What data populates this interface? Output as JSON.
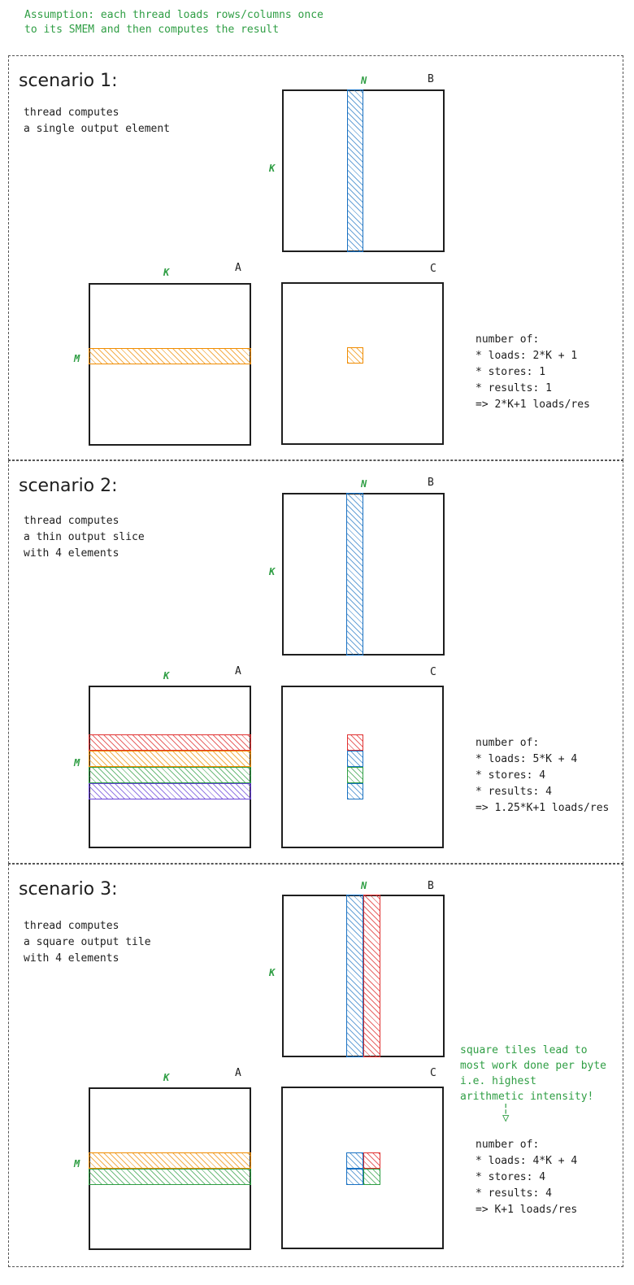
{
  "assumption": "Assumption: each thread loads rows/columns once\nto its SMEM and then computes the result",
  "labels": {
    "matrix_a": "A",
    "matrix_b": "B",
    "matrix_c": "C",
    "dim_k": "K",
    "dim_m": "M",
    "dim_n": "N"
  },
  "colors": {
    "row_tile_1": "#f08c00",
    "row_tile_2": "#2f9e44",
    "col_tile_1": "#1971c2",
    "col_tile_2": "#e03131",
    "extra_1": "#e03131",
    "extra_2": "#6741d9",
    "annotation": "#2f9e44"
  },
  "scenarios": [
    {
      "title": "scenario 1:",
      "description": "thread computes\na single output element",
      "stats": "number of:\n* loads: 2*K + 1\n* stores: 1\n* results: 1\n=> 2*K+1 loads/res"
    },
    {
      "title": "scenario 2:",
      "description": "thread computes\na thin output slice\nwith 4 elements",
      "stats": "number of:\n* loads: 5*K + 4\n* stores: 4\n* results: 4\n=> 1.25*K+1 loads/res"
    },
    {
      "title": "scenario 3:",
      "description": "thread computes\na square output tile\nwith 4 elements",
      "stats": "number of:\n* loads: 4*K + 4\n* stores: 4\n* results: 4\n=> K+1 loads/res",
      "note": "square tiles lead to\nmost work done per byte\ni.e. highest\narithmetic intensity!"
    }
  ]
}
